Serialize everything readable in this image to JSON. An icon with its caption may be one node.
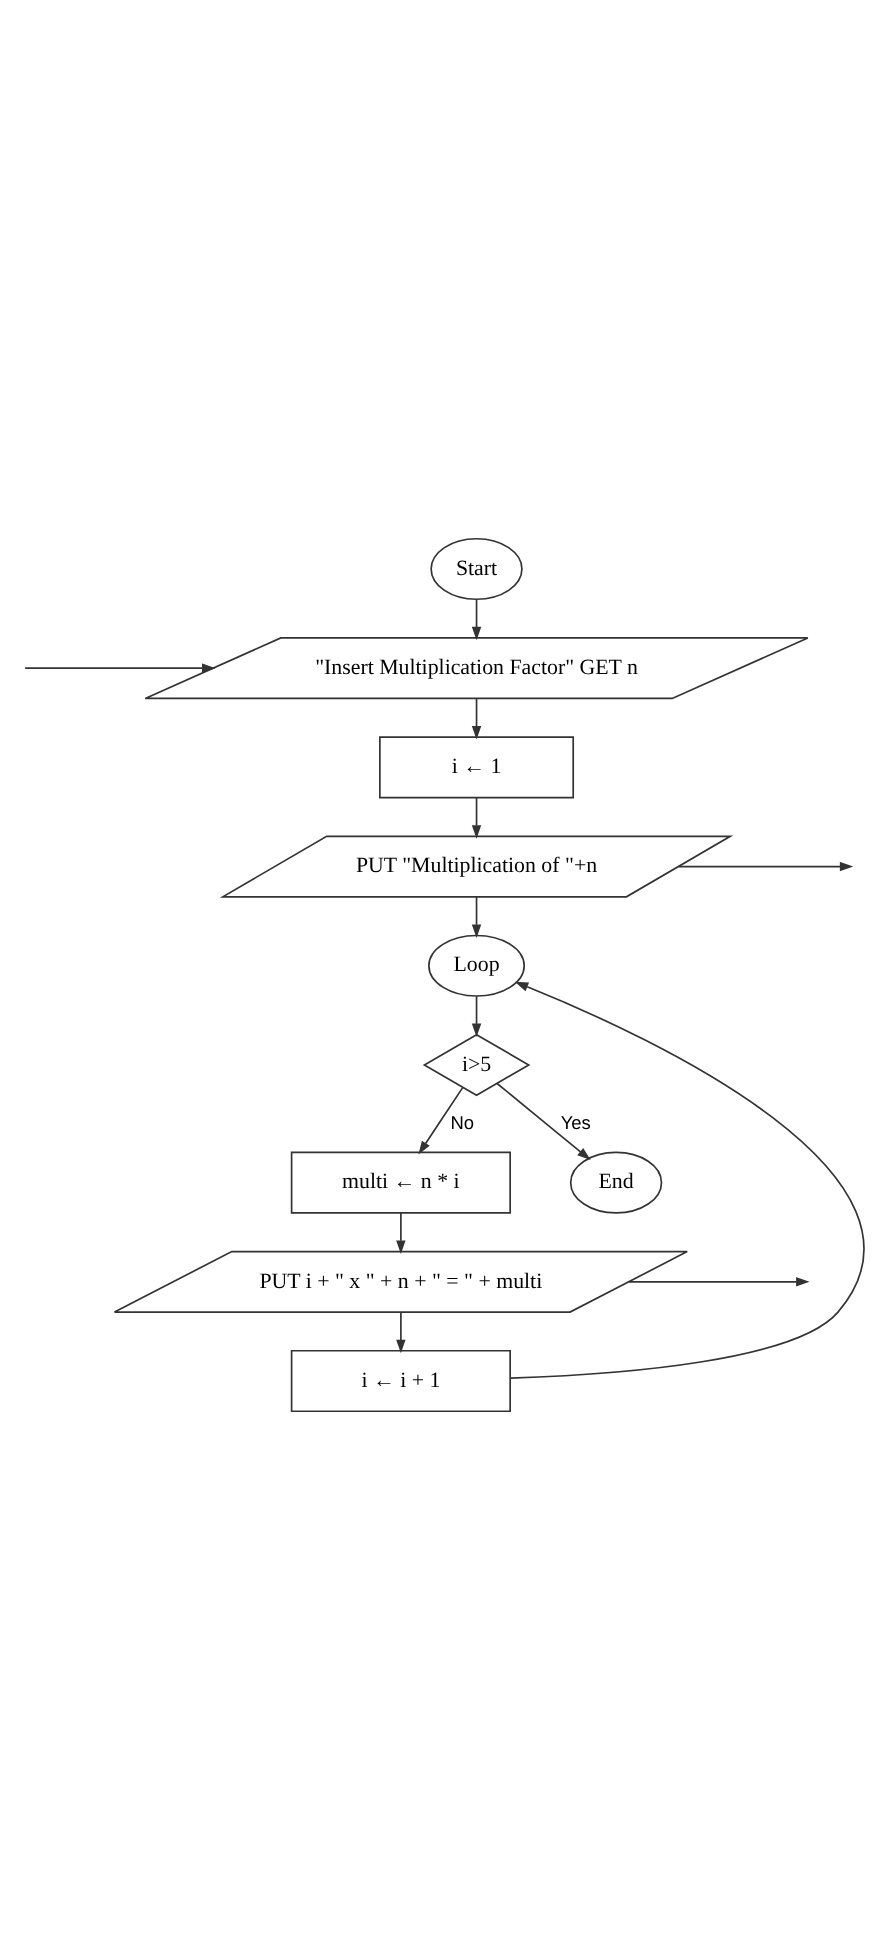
{
  "diagram": {
    "nodes": [
      {
        "text": [
          "Start"
        ]
      },
      {
        "text": [
          "\"Insert Multiplication Factor\" GET n"
        ]
      },
      {
        "text": [
          "i ← 1"
        ]
      },
      {
        "text": [
          "PUT \"Multiplication of \"+n"
        ]
      },
      {
        "text": [
          "Loop"
        ]
      },
      {
        "text": [
          "i>5"
        ]
      },
      {
        "text": [
          "multi ← n * i"
        ]
      },
      {
        "text": [
          "PUT i + \" x \" + n + \" = \" + multi"
        ]
      },
      {
        "text": [
          "i ← i + 1"
        ]
      },
      {
        "text": [
          "End"
        ]
      }
    ],
    "edges": [
      {
        "from": 0,
        "to": 1,
        "arrow": "to"
      },
      {
        "from": null,
        "to": 1,
        "arrow": "to"
      },
      {
        "from": 1,
        "to": 2,
        "arrow": "to"
      },
      {
        "from": 2,
        "to": 3,
        "arrow": "to"
      },
      {
        "from": 3,
        "to": null,
        "arrow": "to"
      },
      {
        "from": 3,
        "to": 4,
        "arrow": "to"
      },
      {
        "from": 4,
        "to": 5,
        "arrow": "to"
      },
      {
        "from": 5,
        "to": 9,
        "label": "Yes",
        "arrow": "to"
      },
      {
        "from": 5,
        "to": 6,
        "label": "No",
        "arrow": "to"
      },
      {
        "from": 6,
        "to": 7,
        "arrow": "to"
      },
      {
        "from": 7,
        "to": null,
        "arrow": "to"
      },
      {
        "from": 7,
        "to": 8,
        "arrow": "to"
      },
      {
        "from": 8,
        "to": 4,
        "arrow": "to"
      }
    ]
  }
}
